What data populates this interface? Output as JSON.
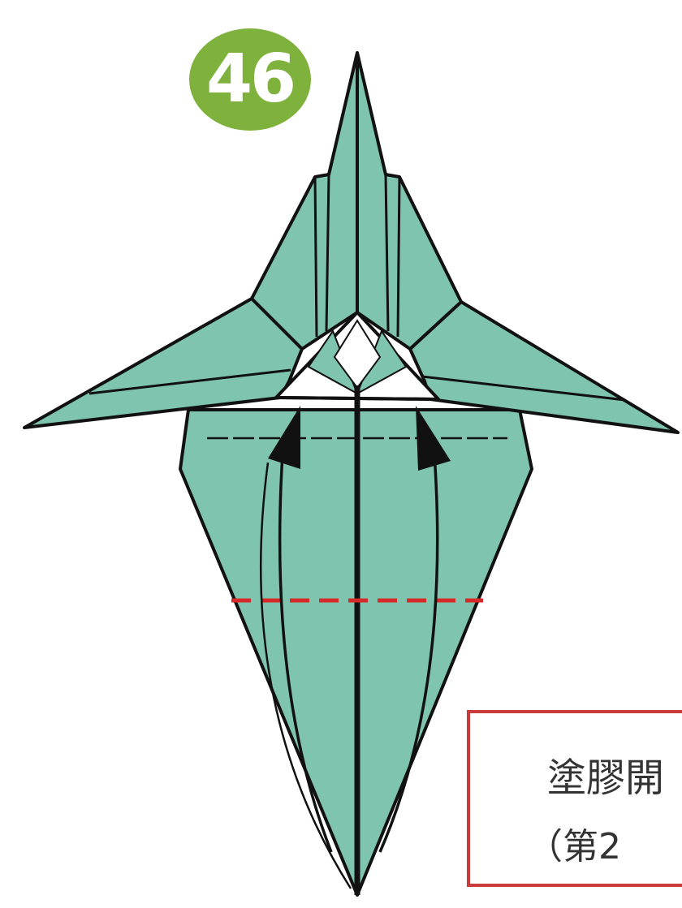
{
  "step": {
    "number": "46",
    "badge_color": "#7fb23c"
  },
  "model": {
    "paper_color": "#7fc4ae",
    "line_color": "#111111",
    "valley_fold_color": "#d62a2a",
    "valley_fold_style": "dashed",
    "arrows": [
      "arrow-left-up",
      "arrow-right-up"
    ]
  },
  "note": {
    "line1": "塗膠開",
    "line2": "（第2",
    "border_color": "#cc3b3b"
  }
}
